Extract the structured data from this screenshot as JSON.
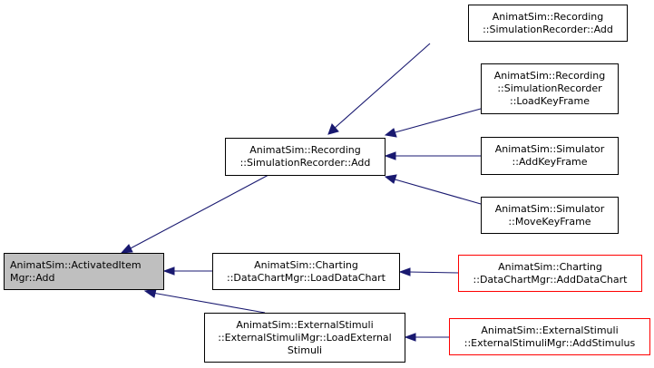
{
  "nodes": {
    "activated_item_mgr_add": [
      "AnimatSim::ActivatedItem",
      "Mgr::Add"
    ],
    "sim_recorder_add_mid": [
      "AnimatSim::Recording",
      "::SimulationRecorder::Add"
    ],
    "data_chart_mgr_load": [
      "AnimatSim::Charting",
      "::DataChartMgr::LoadDataChart"
    ],
    "ext_stimuli_mgr_load": [
      "AnimatSim::ExternalStimuli",
      "::ExternalStimuliMgr::LoadExternal",
      "Stimuli"
    ],
    "sim_recorder_add_top": [
      "AnimatSim::Recording",
      "::SimulationRecorder::Add"
    ],
    "sim_recorder_load_keyframe": [
      "AnimatSim::Recording",
      "::SimulationRecorder",
      "::LoadKeyFrame"
    ],
    "simulator_add_keyframe": [
      "AnimatSim::Simulator",
      "::AddKeyFrame"
    ],
    "simulator_move_keyframe": [
      "AnimatSim::Simulator",
      "::MoveKeyFrame"
    ],
    "data_chart_mgr_add": [
      "AnimatSim::Charting",
      "::DataChartMgr::AddDataChart"
    ],
    "ext_stimuli_mgr_add_stimulus": [
      "AnimatSim::ExternalStimuli",
      "::ExternalStimuliMgr::AddStimulus"
    ]
  },
  "colors": {
    "edge": "#191970",
    "root_fill": "#bfbfbf",
    "border_default": "#000000",
    "border_unlinked": "#ff0000"
  }
}
